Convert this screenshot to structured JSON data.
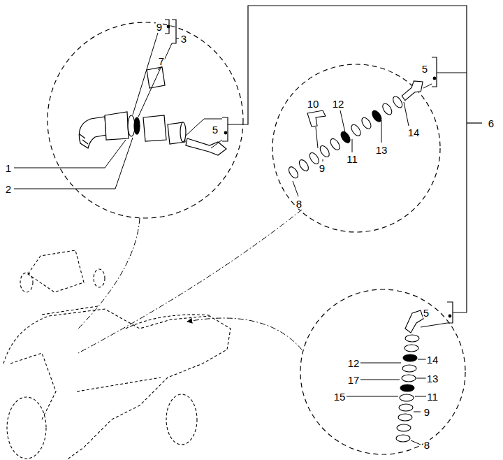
{
  "diagram": {
    "labels": [
      "9",
      "3",
      "7",
      "1",
      "2",
      "5",
      "10",
      "12",
      "5",
      "14",
      "13",
      "11",
      "9",
      "8",
      "6",
      "5",
      "14",
      "12",
      "13",
      "17",
      "11",
      "15",
      "9",
      "8"
    ]
  }
}
